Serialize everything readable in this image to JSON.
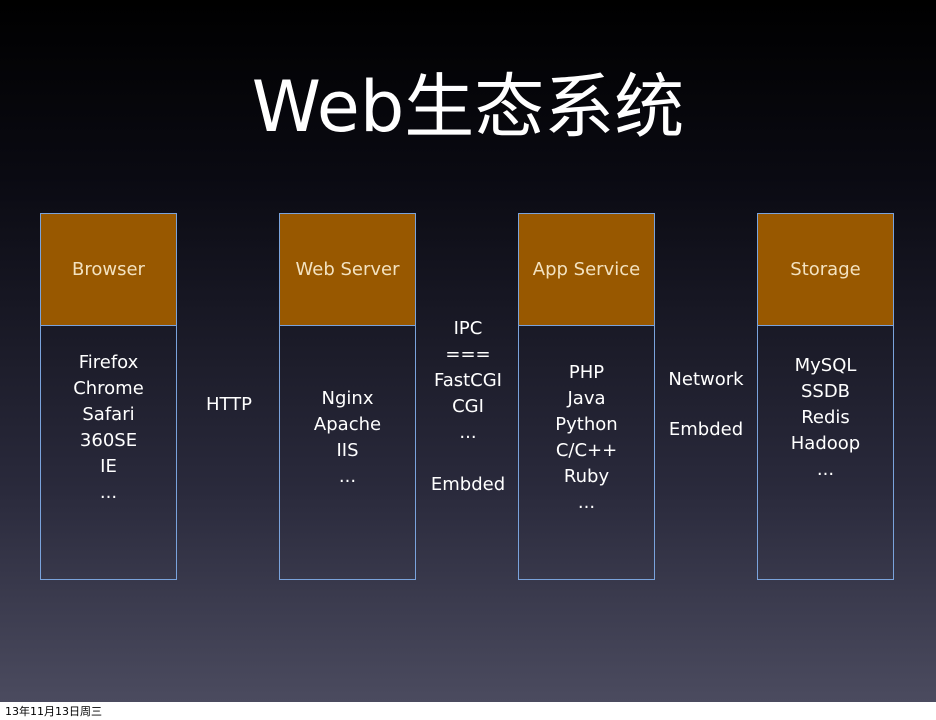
{
  "title": "Web生态系统",
  "columns": [
    {
      "header": "Browser",
      "items": [
        "Firefox",
        "Chrome",
        "Safari",
        "360SE",
        "IE",
        "..."
      ]
    },
    {
      "header": "Web Server",
      "items": [
        "Nginx",
        "Apache",
        "IIS",
        "..."
      ]
    },
    {
      "header": "App Service",
      "items": [
        "PHP",
        "Java",
        "Python",
        "C/C++",
        "Ruby",
        "..."
      ]
    },
    {
      "header": "Storage",
      "items": [
        "MySQL",
        "SSDB",
        "Redis",
        "Hadoop",
        "..."
      ]
    }
  ],
  "connectors": {
    "c1": [
      "HTTP"
    ],
    "c2": [
      "IPC",
      "===",
      "FastCGI",
      "CGI",
      "...",
      "",
      "Embded"
    ],
    "c3": [
      "Network",
      "",
      "Embded"
    ]
  },
  "footer": "13年11月13日周三"
}
